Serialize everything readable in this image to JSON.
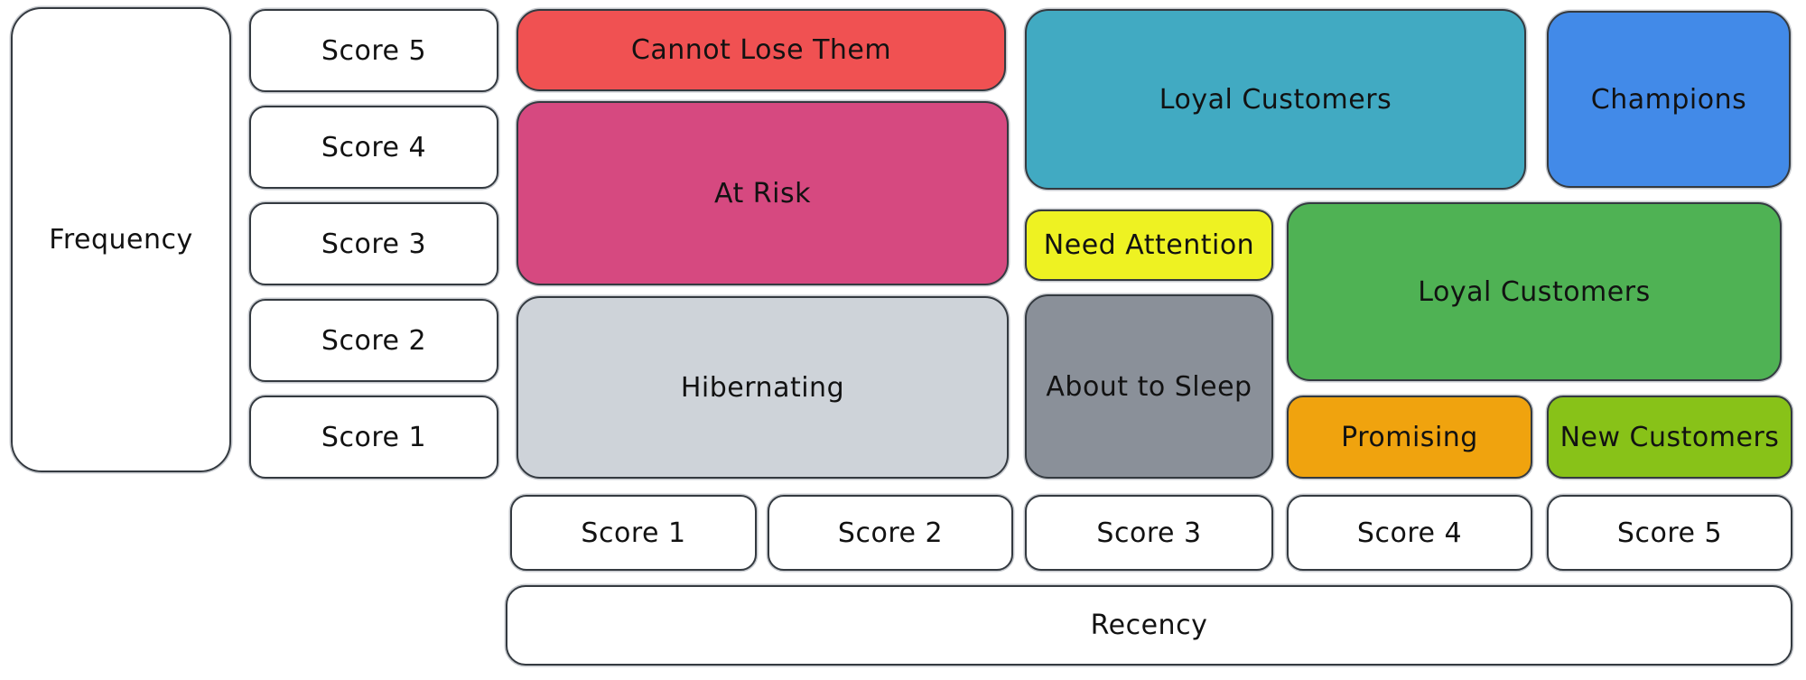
{
  "axes": {
    "frequency": {
      "label": "Frequency",
      "scores": [
        "Score 5",
        "Score 4",
        "Score 3",
        "Score 2",
        "Score 1"
      ]
    },
    "recency": {
      "label": "Recency",
      "scores": [
        "Score 1",
        "Score 2",
        "Score 3",
        "Score 4",
        "Score 5"
      ]
    }
  },
  "segments": {
    "cannot_lose_them": {
      "label": "Cannot Lose Them",
      "color": "#f05152",
      "frequency": "5",
      "recency": "1-2"
    },
    "at_risk": {
      "label": "At Risk",
      "color": "#d64980",
      "frequency": "3-4",
      "recency": "1-2"
    },
    "hibernating": {
      "label": "Hibernating",
      "color": "#ced3d9",
      "frequency": "1-2",
      "recency": "1-2"
    },
    "loyal_customers_top": {
      "label": "Loyal Customers",
      "color": "#41aac2",
      "frequency": "4-5",
      "recency": "3-4"
    },
    "champions": {
      "label": "Champions",
      "color": "#428ae8",
      "frequency": "4-5",
      "recency": "5"
    },
    "need_attention": {
      "label": "Need Attention",
      "color": "#eef222",
      "frequency": "3",
      "recency": "3"
    },
    "about_to_sleep": {
      "label": "About to Sleep",
      "color": "#8a9099",
      "frequency": "1-2",
      "recency": "3"
    },
    "loyal_customers_mid": {
      "label": "Loyal Customers",
      "color": "#4fb254",
      "frequency": "2-3",
      "recency": "4-5"
    },
    "promising": {
      "label": "Promising",
      "color": "#f0a30e",
      "frequency": "1",
      "recency": "4"
    },
    "new_customers": {
      "label": "New Customers",
      "color": "#88c218",
      "frequency": "1",
      "recency": "5"
    }
  },
  "colors": {
    "background": "#ffffff",
    "stroke": "#343a40",
    "text": "#121212"
  }
}
